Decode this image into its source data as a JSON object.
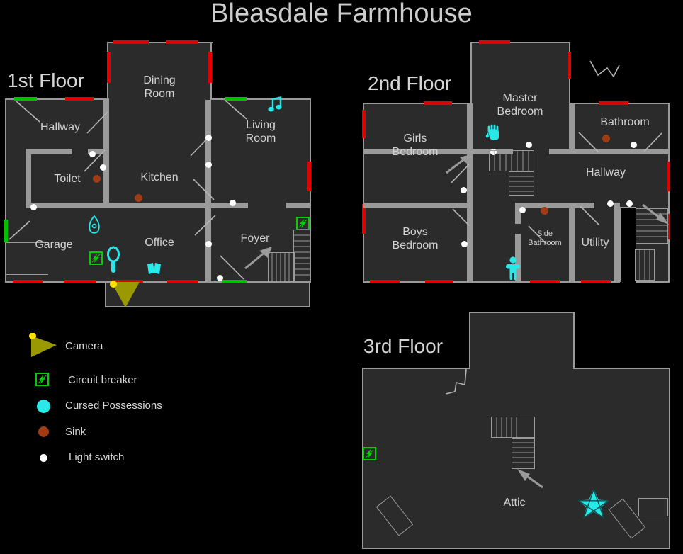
{
  "title": "Bleasdale Farmhouse",
  "floors": [
    {
      "id": "floor1",
      "label": "1st Floor",
      "rooms": [
        {
          "name": "Dining\nRoom",
          "line1": "Dining",
          "line2": "Room"
        },
        {
          "name": "Hallway",
          "line1": "Hallway",
          "line2": ""
        },
        {
          "name": "Living\nRoom",
          "line1": "Living",
          "line2": "Room"
        },
        {
          "name": "Toilet",
          "line1": "Toilet",
          "line2": ""
        },
        {
          "name": "Kitchen",
          "line1": "Kitchen",
          "line2": ""
        },
        {
          "name": "Garage",
          "line1": "Garage",
          "line2": ""
        },
        {
          "name": "Office",
          "line1": "Office",
          "line2": ""
        },
        {
          "name": "Foyer",
          "line1": "Foyer",
          "line2": ""
        }
      ]
    },
    {
      "id": "floor2",
      "label": "2nd Floor",
      "rooms": [
        {
          "name": "Master\nBedroom",
          "line1": "Master",
          "line2": "Bedroom"
        },
        {
          "name": "Girls\nBedroom",
          "line1": "Girls",
          "line2": "Bedroom"
        },
        {
          "name": "Bathroom",
          "line1": "Bathroom",
          "line2": ""
        },
        {
          "name": "Hallway",
          "line1": "Hallway",
          "line2": ""
        },
        {
          "name": "Boys\nBedroom",
          "line1": "Boys",
          "line2": "Bedroom"
        },
        {
          "name": "Side\nBathroom",
          "line1": "Side",
          "line2": "Bathroom"
        },
        {
          "name": "Utility",
          "line1": "Utility",
          "line2": ""
        }
      ]
    },
    {
      "id": "floor3",
      "label": "3rd Floor",
      "rooms": [
        {
          "name": "Attic",
          "line1": "Attic",
          "line2": ""
        }
      ]
    }
  ],
  "legend": {
    "items": [
      {
        "icon": "camera-icon",
        "label": "Camera"
      },
      {
        "icon": "circuit-breaker-icon",
        "label": "Circuit breaker"
      },
      {
        "icon": "cursed-possession-icon",
        "label": "Cursed Possessions"
      },
      {
        "icon": "sink-icon",
        "label": "Sink"
      },
      {
        "icon": "light-switch-icon",
        "label": "Light switch"
      }
    ]
  },
  "cursed_possessions": [
    {
      "icon": "music-box-icon",
      "floor": "1st Floor",
      "room": "Living Room"
    },
    {
      "icon": "haunted-mirror-icon",
      "floor": "1st Floor",
      "room": "Kitchen"
    },
    {
      "icon": "ouija-board-icon",
      "floor": "1st Floor",
      "room": "Office"
    },
    {
      "icon": "tarot-cards-icon",
      "floor": "1st Floor",
      "room": "Office"
    },
    {
      "icon": "hand-of-glory-icon",
      "floor": "2nd Floor",
      "room": "Master Bedroom"
    },
    {
      "icon": "voodoo-doll-icon",
      "floor": "2nd Floor",
      "room": "Side Bathroom"
    },
    {
      "icon": "summoning-circle-icon",
      "floor": "3rd Floor",
      "room": "Attic"
    }
  ],
  "colors": {
    "background": "#000000",
    "floor_fill": "#2b2b2b",
    "wall": "#9a9a9a",
    "window_red": "#e00000",
    "door_green": "#00c000",
    "breaker_green": "#00d000",
    "cursed_cyan": "#28e8e8",
    "sink_brown": "#a03c14",
    "light_switch_white": "#ffffff",
    "camera_olive": "#9a9a00",
    "camera_dot_yellow": "#ffe000",
    "text": "#d2d2d2"
  }
}
